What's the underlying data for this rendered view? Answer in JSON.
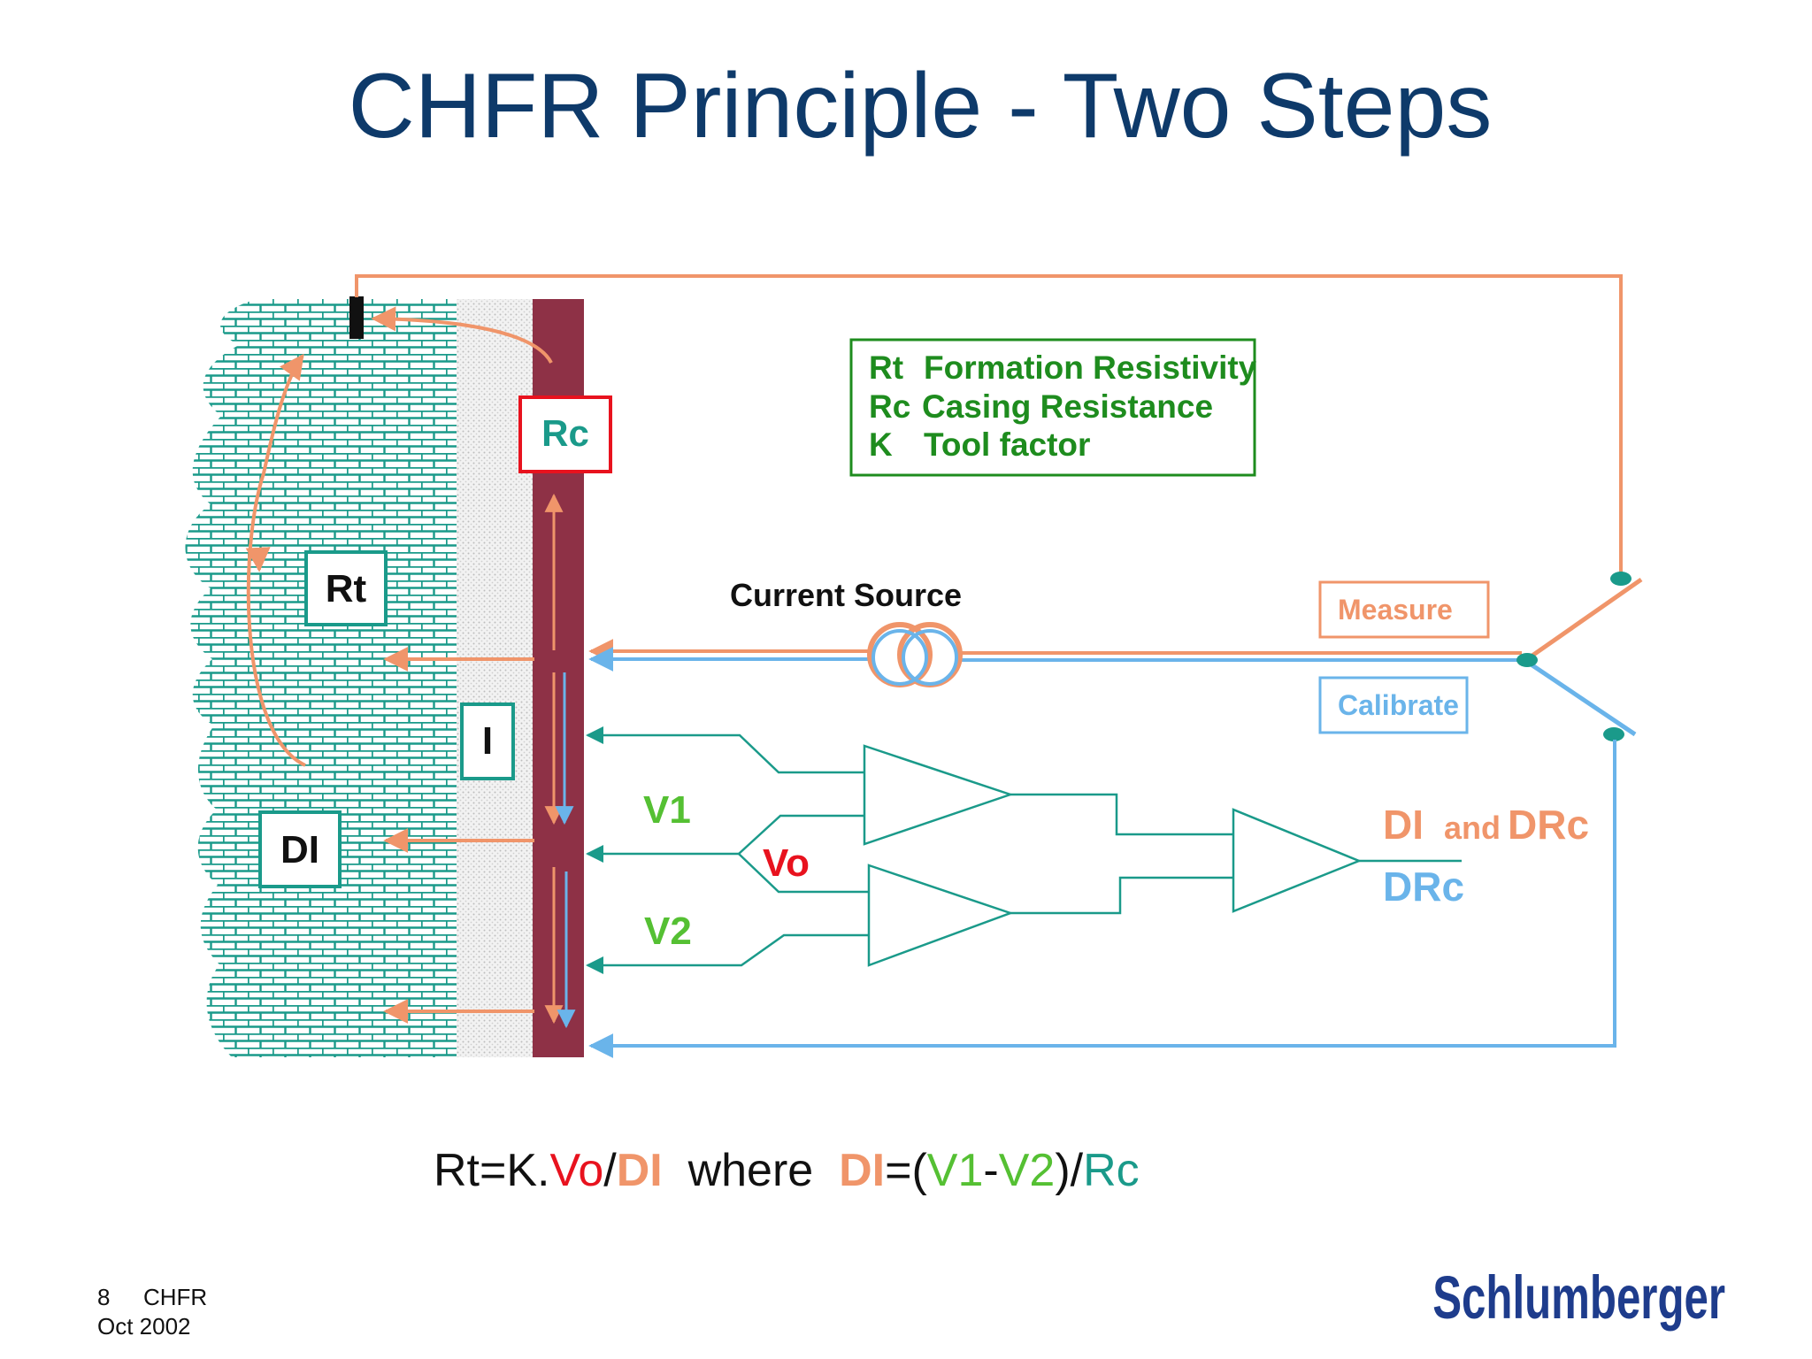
{
  "title": "CHFR Principle - Two Steps",
  "colors": {
    "title": "#0e3a6a",
    "orange": "#f0956a",
    "blue": "#6ab4ea",
    "teal": "#1a9a8a",
    "green": "#1e8c1e",
    "lightgreen": "#55c033",
    "red": "#e8121e",
    "casing": "#8e3146",
    "brand": "#1e3c8c"
  },
  "legend": {
    "rows": [
      {
        "sym": "Rt",
        "desc": "Formation Resistivity"
      },
      {
        "sym": "Rc",
        "desc": "Casing Resistance"
      },
      {
        "sym": "K",
        "desc": "Tool factor"
      }
    ]
  },
  "labels": {
    "rc": "Rc",
    "rt": "Rt",
    "i": "I",
    "di": "DI",
    "current_source": "Current Source",
    "measure": "Measure",
    "calibrate": "Calibrate",
    "v1": "V1",
    "v2": "V2",
    "vo": "Vo",
    "out_di": "DI",
    "out_and": "and",
    "out_drc": "DRc",
    "out_drc2": "DRc"
  },
  "formula": {
    "p1": "Rt=K.",
    "vo": "Vo",
    "slash1": "/",
    "di": "DI",
    "where": "  where  ",
    "di2": "DI",
    "eq": "=(",
    "v1": "V1",
    "minus": "-",
    "v2": "V2",
    "close": ")/",
    "rc": "Rc"
  },
  "footer": {
    "page": "8",
    "name": "CHFR",
    "date": "Oct 2002",
    "brand": "Schlumberger"
  }
}
